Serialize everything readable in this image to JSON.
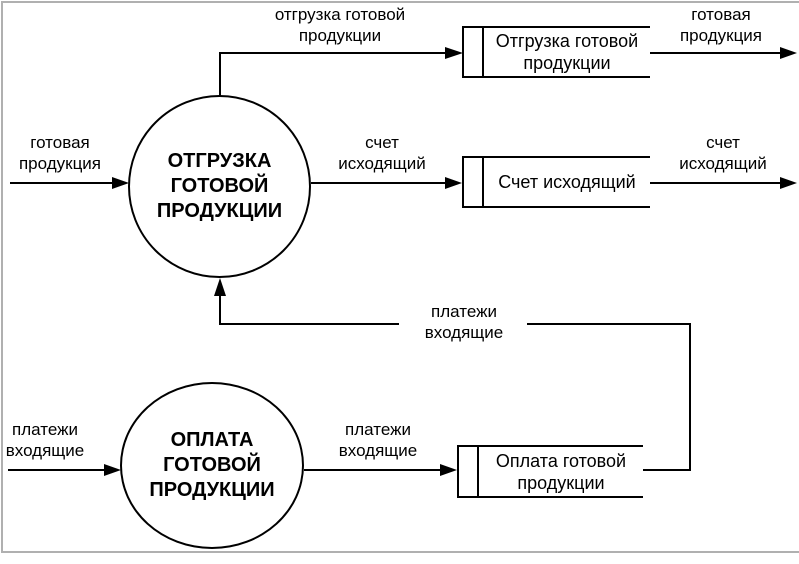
{
  "colors": {
    "line": "#000000",
    "text": "#000000",
    "frame_border": "#b0b0b0",
    "background": "#ffffff"
  },
  "processes": [
    {
      "label": "ОТГРУЗКА\nГОТОВОЙ\nПРОДУКЦИИ"
    },
    {
      "label": "ОПЛАТА\nГОТОВОЙ\nПРОДУКЦИИ"
    }
  ],
  "data_stores": [
    {
      "label": "Отгрузка готовой\nпродукции"
    },
    {
      "label": "Счет исходящий"
    },
    {
      "label": "Оплата готовой\nпродукции"
    }
  ],
  "flow_labels": {
    "shipment_to_store": "отгрузка готовой\nпродукции",
    "finished_goods_out": "готовая\nпродукция",
    "finished_goods_in": "готовая\nпродукция",
    "invoice_to_store": "счет\nисходящий",
    "invoice_out": "счет\nисходящий",
    "payments_feedback": "платежи\nвходящие",
    "payments_in": "платежи\nвходящие",
    "payments_to_store": "платежи\nвходящие"
  }
}
